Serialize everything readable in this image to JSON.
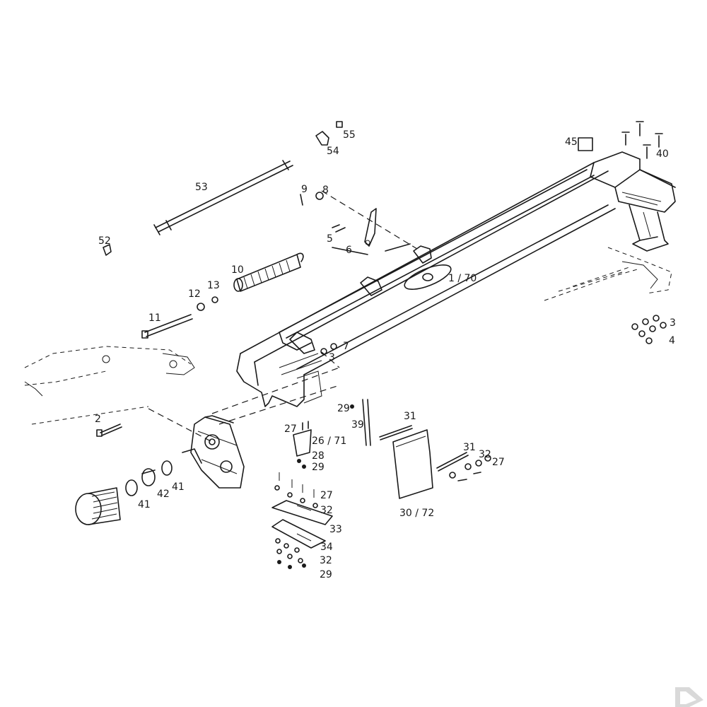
{
  "diagram": {
    "callouts": [
      {
        "id": "c1",
        "text": "1 / 70"
      },
      {
        "id": "c2",
        "text": "2"
      },
      {
        "id": "c3a",
        "text": "3"
      },
      {
        "id": "c3b",
        "text": "3"
      },
      {
        "id": "c4",
        "text": "4"
      },
      {
        "id": "c5",
        "text": "5"
      },
      {
        "id": "c6",
        "text": "6"
      },
      {
        "id": "c7",
        "text": "7"
      },
      {
        "id": "c8",
        "text": "8"
      },
      {
        "id": "c9",
        "text": "9"
      },
      {
        "id": "c10",
        "text": "10"
      },
      {
        "id": "c11",
        "text": "11"
      },
      {
        "id": "c12",
        "text": "12"
      },
      {
        "id": "c13",
        "text": "13"
      },
      {
        "id": "c26",
        "text": "26 / 71"
      },
      {
        "id": "c27a",
        "text": "27"
      },
      {
        "id": "c27b",
        "text": "27"
      },
      {
        "id": "c27c",
        "text": "27"
      },
      {
        "id": "c28",
        "text": "28"
      },
      {
        "id": "c29a",
        "text": "29"
      },
      {
        "id": "c29b",
        "text": "29"
      },
      {
        "id": "c29c",
        "text": "29"
      },
      {
        "id": "c30",
        "text": "30 / 72"
      },
      {
        "id": "c31a",
        "text": "31"
      },
      {
        "id": "c31b",
        "text": "31"
      },
      {
        "id": "c32a",
        "text": "32"
      },
      {
        "id": "c32b",
        "text": "32"
      },
      {
        "id": "c32c",
        "text": "32"
      },
      {
        "id": "c33",
        "text": "33"
      },
      {
        "id": "c34",
        "text": "34"
      },
      {
        "id": "c39",
        "text": "39"
      },
      {
        "id": "c40",
        "text": "40"
      },
      {
        "id": "c41a",
        "text": "41"
      },
      {
        "id": "c41b",
        "text": "41"
      },
      {
        "id": "c42",
        "text": "42"
      },
      {
        "id": "c45",
        "text": "45"
      },
      {
        "id": "c52",
        "text": "52"
      },
      {
        "id": "c53",
        "text": "53"
      },
      {
        "id": "c54",
        "text": "54"
      },
      {
        "id": "c55",
        "text": "55"
      }
    ],
    "line_color": "#1a1a1a",
    "background": "#ffffff"
  }
}
